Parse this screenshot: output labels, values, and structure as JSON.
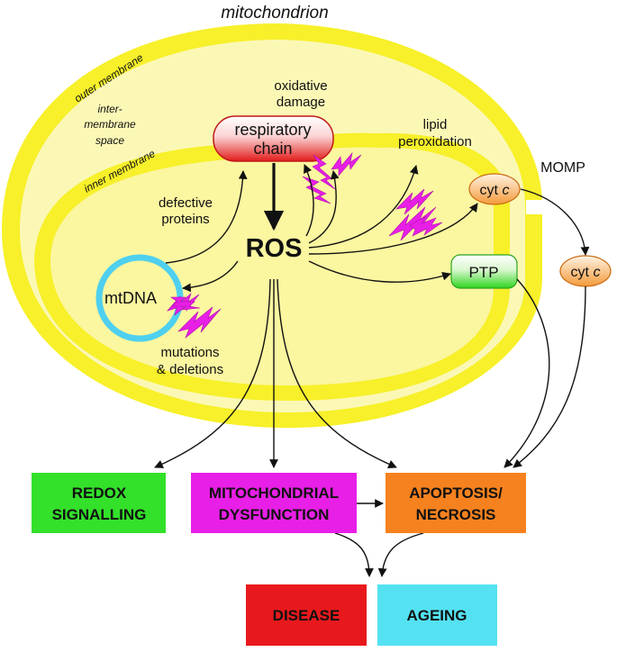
{
  "title": "mitochondrion",
  "membranes": {
    "outer": "outer membrane",
    "intermembrane_line1": "inter-",
    "intermembrane_line2": "membrane",
    "intermembrane_line3": "space",
    "inner": "inner membrane"
  },
  "nodes": {
    "respiratory_chain_line1": "respiratory",
    "respiratory_chain_line2": "chain",
    "ros": "ROS",
    "mtdna": "mtDNA",
    "cytc_inner_prefix": "cyt ",
    "cytc_inner_suffix": "c",
    "cytc_outer_prefix": "cyt ",
    "cytc_outer_suffix": "c",
    "ptp": "PTP",
    "momp": "MOMP"
  },
  "labels": {
    "oxidative_line1": "oxidative",
    "oxidative_line2": "damage",
    "lipid_line1": "lipid",
    "lipid_line2": "peroxidation",
    "defective_line1": "defective",
    "defective_line2": "proteins",
    "mutations_line1": "mutations",
    "mutations_line2": "& deletions"
  },
  "outcomes": {
    "redox_line1": "REDOX",
    "redox_line2": "SIGNALLING",
    "mito_line1": "MITOCHONDRIAL",
    "mito_line2": "DYSFUNCTION",
    "apop_line1": "APOPTOSIS/",
    "apop_line2": "NECROSIS",
    "disease": "DISEASE",
    "ageing": "AGEING"
  },
  "colors": {
    "membrane": "#f7f02a",
    "matrix": "#fbf6a0",
    "redox": "#33e02a",
    "mito": "#e81fe6",
    "apoptosis": "#f6821f",
    "disease": "#e8191c",
    "ageing": "#54e2f2",
    "ros_spark": "#e81fe6",
    "mtdna_ring": "#4fd0ee"
  }
}
